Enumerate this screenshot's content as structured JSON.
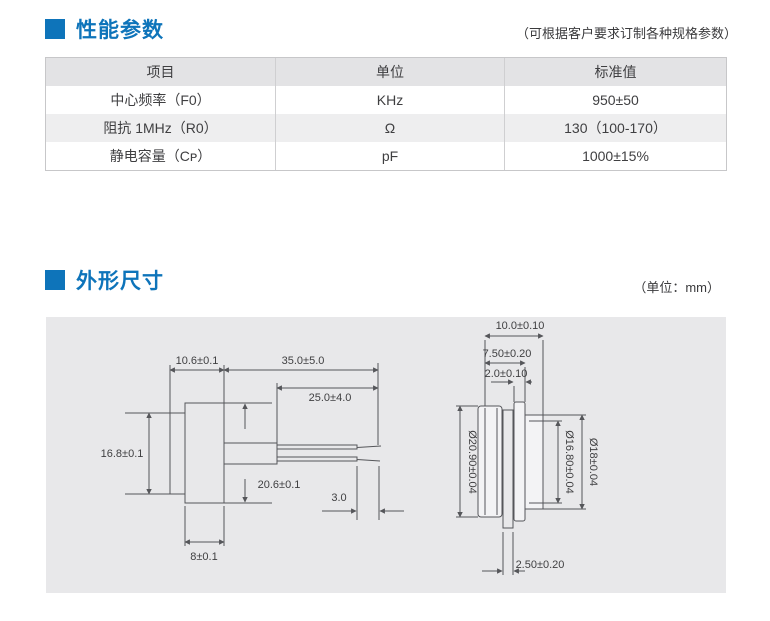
{
  "colors": {
    "accent_blue": "#0e74ba",
    "panel_bg": "#e8e8ea",
    "table_header_bg": "#e3e3e5",
    "table_alt_row_bg": "#eeeeef",
    "table_border": "#c7c7c9",
    "text_dark": "#3f3f41",
    "drawing_line": "#55565a"
  },
  "section_performance": {
    "title": "性能参数",
    "note": "（可根据客户要求订制各种规格参数）"
  },
  "perf_table": {
    "headers": {
      "item": "项目",
      "unit": "单位",
      "value": "标准值"
    },
    "rows": [
      {
        "item": "中心频率（F0）",
        "unit": "KHz",
        "value": "950±50"
      },
      {
        "item": "阻抗 1MHz（R0）",
        "unit": "Ω",
        "value": "130（100-170）"
      },
      {
        "item": "静电容量（Cᴘ）",
        "unit": "pF",
        "value": "1000±15%"
      }
    ]
  },
  "section_dimensions": {
    "title": "外形尺寸",
    "note": "（单位：mm）"
  },
  "drawing": {
    "side_view": {
      "top_width": "10.6±0.1",
      "lead_length": "35.0±5.0",
      "lead_free": "25.0±4.0",
      "flange_height": "16.8±0.1",
      "body_height": "20.6±0.1",
      "tip_length": "3.0",
      "body_width": "8±0.1"
    },
    "front_view": {
      "total_length": "10.0±0.10",
      "front_length": "7.50±0.20",
      "ring_width": "2.0±0.10",
      "neck_width": "2.50±0.20",
      "disc_dia": "Ø20.90±0.04",
      "inner_dia": "Ø16.80±0.04",
      "ring_dia": "Ø18±0.04"
    }
  }
}
